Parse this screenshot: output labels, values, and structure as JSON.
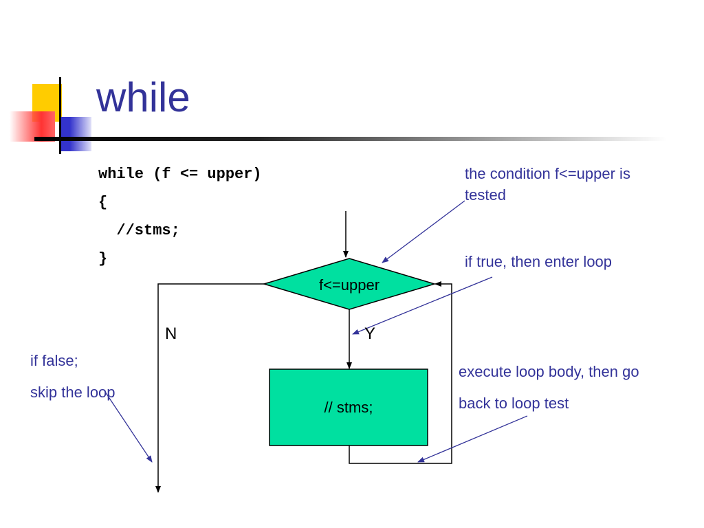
{
  "slide": {
    "title": "while",
    "code": [
      "while (f <= upper)",
      "{",
      "  //stms;",
      "}"
    ]
  },
  "diagram": {
    "condition": "f<=upper",
    "body": "// stms;",
    "no_label": "N",
    "yes_label": "Y",
    "colors": {
      "node_fill": "#00e0a0",
      "annotation": "#333399",
      "title": "#333399",
      "deco_yellow": "#ffcc00",
      "deco_red": "#ff3333",
      "deco_blue": "#3333cc"
    }
  },
  "annotations": {
    "condition_tested": [
      "the condition f<=upper is",
      "tested"
    ],
    "if_true": "if true, then enter loop",
    "if_false": [
      "if false;",
      "skip the loop"
    ],
    "loop_back": [
      "execute loop body, then go",
      "back to loop test"
    ]
  }
}
